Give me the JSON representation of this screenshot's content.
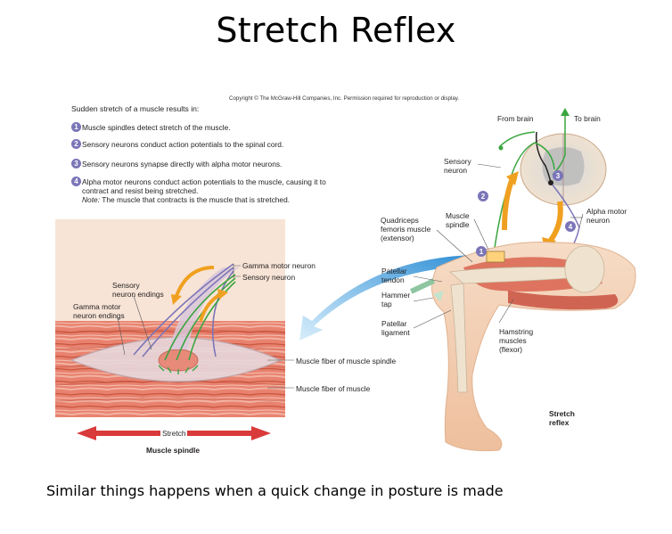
{
  "slide": {
    "title": "Stretch Reflex",
    "footer_note": "Similar things happens when a quick change in posture is made"
  },
  "figure": {
    "copyright": "Copyright © The McGraw-Hill Companies, Inc. Permission required for reproduction or display.",
    "intro": "Sudden stretch of a muscle results in:",
    "steps": [
      {
        "num": "1",
        "lines": [
          "Muscle spindles detect stretch of the muscle."
        ]
      },
      {
        "num": "2",
        "lines": [
          "Sensory neurons conduct action potentials to the spinal cord."
        ]
      },
      {
        "num": "3",
        "lines": [
          "Sensory neurons synapse directly with alpha motor neurons."
        ]
      },
      {
        "num": "4",
        "lines": [
          "Alpha motor neurons conduct action potentials to the muscle, causing it to",
          "contract and resist being stretched."
        ],
        "note_prefix": "Note:",
        "note_text": " The muscle that contracts is the muscle that is stretched."
      }
    ],
    "spindle_labels": {
      "gamma_motor_neuron": "Gamma motor neuron",
      "sensory_neuron": "Sensory neuron",
      "sensory_neuron_endings": [
        "Sensory",
        "neuron endings"
      ],
      "gamma_motor_neuron_endings": [
        "Gamma motor",
        "neuron endings"
      ],
      "fiber_of_spindle": "Muscle fiber of muscle spindle",
      "fiber_of_muscle": "Muscle fiber of muscle",
      "stretch": "Stretch",
      "caption": "Muscle spindle"
    },
    "leg_labels": {
      "from_brain": "From brain",
      "to_brain": "To brain",
      "sensory_neuron": [
        "Sensory",
        "neuron"
      ],
      "muscle_spindle": [
        "Muscle",
        "spindle"
      ],
      "quadriceps": [
        "Quadriceps",
        "femoris muscle",
        "(extensor)"
      ],
      "alpha_motor_neuron": [
        "Alpha motor",
        "neuron"
      ],
      "patellar_tendon": [
        "Patellar",
        "tendon"
      ],
      "hammer_tap": [
        "Hammer",
        "tap"
      ],
      "patellar_ligament": [
        "Patellar",
        "ligament"
      ],
      "hamstring": [
        "Hamstring",
        "muscles",
        "(flexor)"
      ],
      "caption": [
        "Stretch",
        "reflex"
      ]
    },
    "colors": {
      "step_badge": "#7b75b8",
      "muscle_red": "#d9634f",
      "gamma_neuron": "#7b75b8",
      "sensory_neuron": "#3aa53f",
      "arrow_orange": "#f0a020",
      "arrow_blue": "#4aa8e0",
      "stretch_arrow": "#d93a3a"
    },
    "icons": [
      "step-number-badge-icon",
      "stretch-arrow-icon",
      "signal-direction-arrow-icon",
      "zoom-callout-arrow-icon"
    ]
  }
}
